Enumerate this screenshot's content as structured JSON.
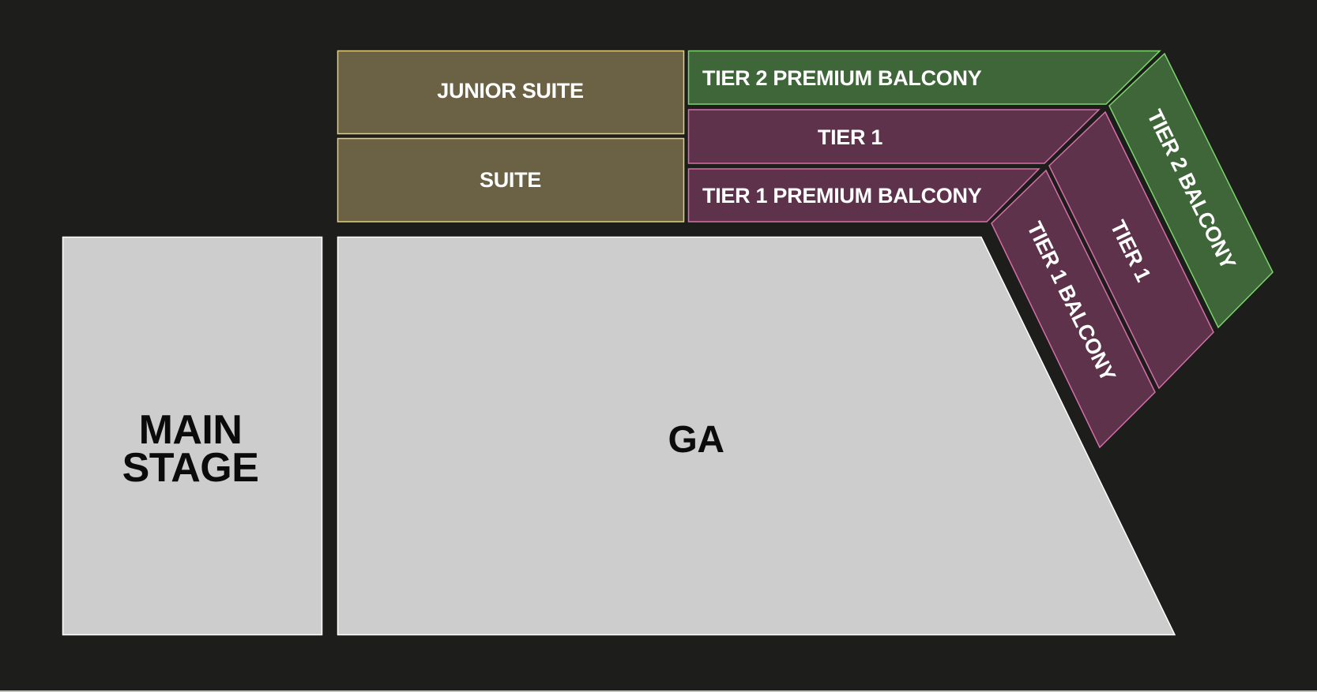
{
  "map": {
    "background": "#1d1d1b",
    "colors": {
      "stage_fill": "#cdcdcd",
      "stage_stroke": "#ffffff",
      "suite_fill": "#6b6245",
      "suite_stroke": "#e6cf7a",
      "tier1_fill": "#5e324b",
      "tier1_stroke": "#d56fa8",
      "tier2_fill": "#3f6638",
      "tier2_stroke": "#7ed36f"
    },
    "sections": {
      "main_stage": {
        "line1": "MAIN",
        "line2": "STAGE"
      },
      "ga": {
        "label": "GA"
      },
      "junior_suite": {
        "label": "JUNIOR SUITE"
      },
      "suite": {
        "label": "SUITE"
      },
      "tier2_premium_balcony": {
        "label": "TIER 2 PREMIUM BALCONY"
      },
      "tier1_row": {
        "label": "TIER 1"
      },
      "tier1_premium_balcony": {
        "label": "TIER 1 PREMIUM BALCONY"
      },
      "tier1_balcony": {
        "label": "TIER 1 BALCONY"
      },
      "tier1_side": {
        "label": "TIER 1"
      },
      "tier2_balcony": {
        "label": "TIER 2 BALCONY"
      }
    }
  }
}
